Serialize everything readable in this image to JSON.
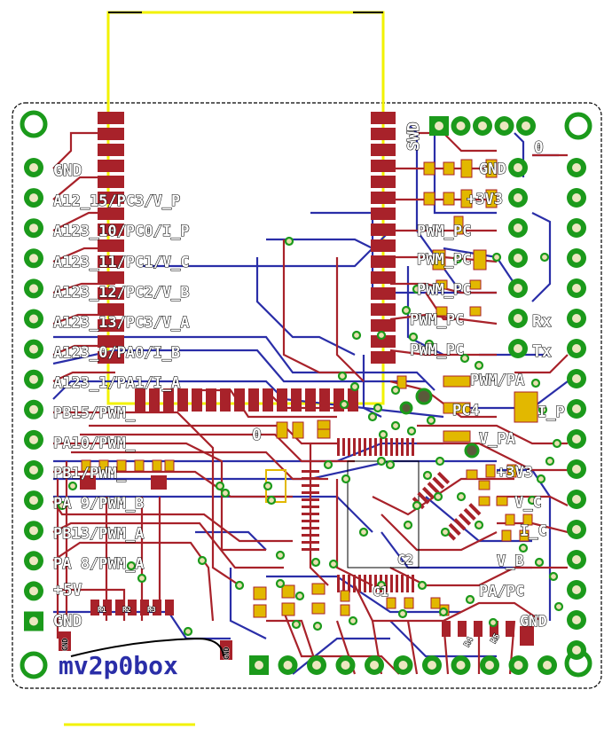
{
  "board": {
    "colors": {
      "top_copper": "#a8222a",
      "bottom_copper": "#2a2ea8",
      "silkscreen": "#ffffff",
      "pad": "#e2b800",
      "via": "#2ea82e",
      "module_outline": "#f2f200",
      "board_outline": "#000000"
    },
    "logo": "mv2p0box",
    "module_label": "0",
    "left_labels": [
      "GND",
      "A12_15/PC3/V_P",
      "A123_10/PC0/I_P",
      "A123_11/PC1/V_C",
      "A123_12/PC2/V_B",
      "A123_13/PC3/V_A",
      "A123_0/PA0/I_B",
      "A123_1/PA1/I_A",
      "PB15/PWM_",
      "PA10/PWM_",
      "PB1/PWM_",
      "PA 9/PWM_B",
      "PB13/PWM_A",
      "PA 8/PWM_A",
      "+5V",
      "GND"
    ],
    "right_labels": [
      "SWD",
      "0",
      "GND",
      "+3V3",
      "PWM_PC",
      "PWM_PC",
      "PWM_PC",
      "PWM_PC",
      "PWM_PC",
      "PWM/PA",
      "PC4",
      "V_PA",
      "Rx",
      "Tx",
      "I_P",
      "+3V3",
      "V_C",
      "I_C",
      "V_B",
      "PA/PC",
      "GND"
    ],
    "small_labels": [
      "GND",
      "GND",
      "C1",
      "C2",
      "R1",
      "R2",
      "R3",
      "R4",
      "R5"
    ]
  }
}
